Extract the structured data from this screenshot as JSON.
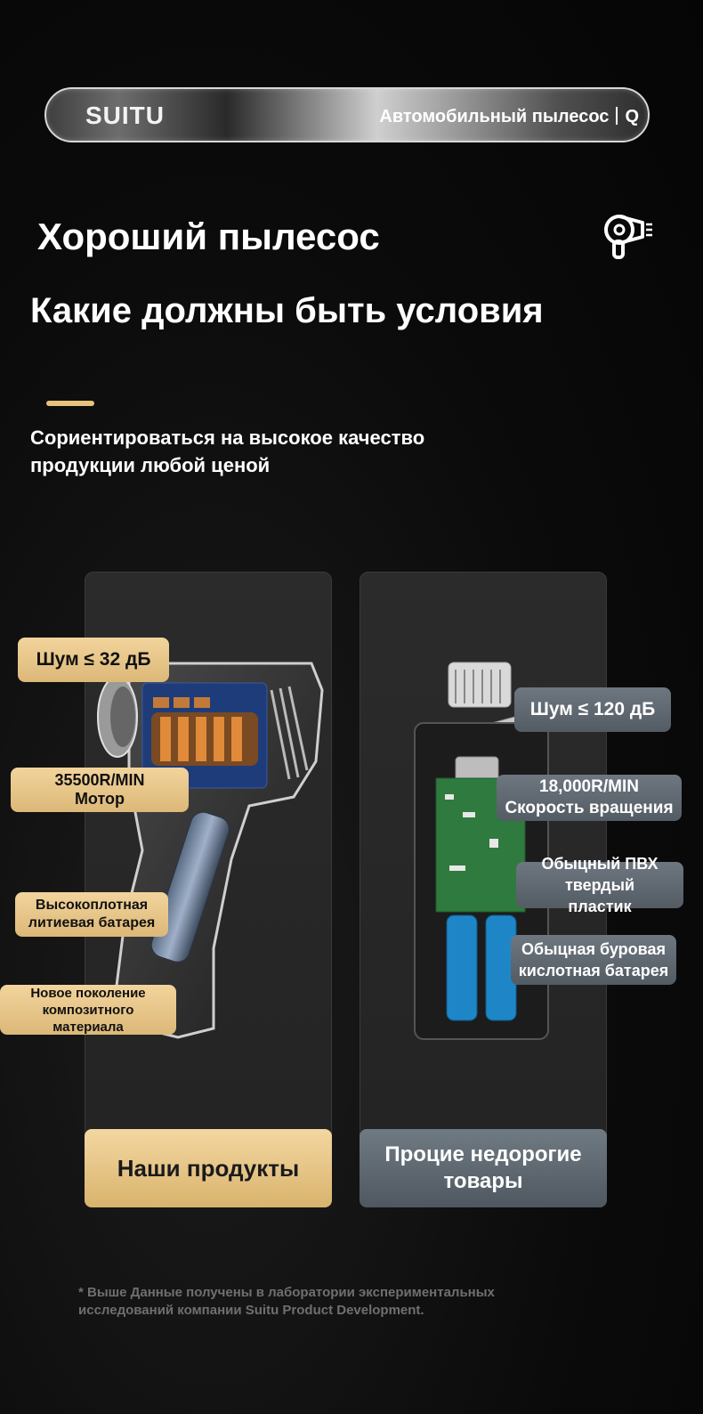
{
  "topbar": {
    "brand": "SUITU",
    "category": "Автомобильный пылесос",
    "suffix": "Q"
  },
  "heading": {
    "title": "Хороший пылесос",
    "subtitle": "Какие должны быть условия",
    "lead": "Сориентироваться на высокое качество продукции любой ценой"
  },
  "left_panel": {
    "callouts": [
      "Шум ≤ 32 дБ",
      "35500R/MIN Мотор",
      "Высокоплотная литиевая батарея",
      "Новое поколение композитного материала"
    ],
    "footer": "Наши продукты"
  },
  "right_panel": {
    "callouts": [
      "Шум ≤ 120 дБ",
      "18,000R/MIN Скорость вращения",
      "Обыцный ПВХ твердый пластик",
      "Обыцная буровая кислотная батарея"
    ],
    "footer": "Процие недорогие товары"
  },
  "footnote": "* Выше Данные получены в лаборатории экспериментальных исследований компании Suitu Product Development.",
  "colors": {
    "gold": "#e6c27c",
    "grey_tag": "#5f6870",
    "background": "#0b0b0b"
  },
  "icons": [
    "hair-dryer-icon"
  ]
}
